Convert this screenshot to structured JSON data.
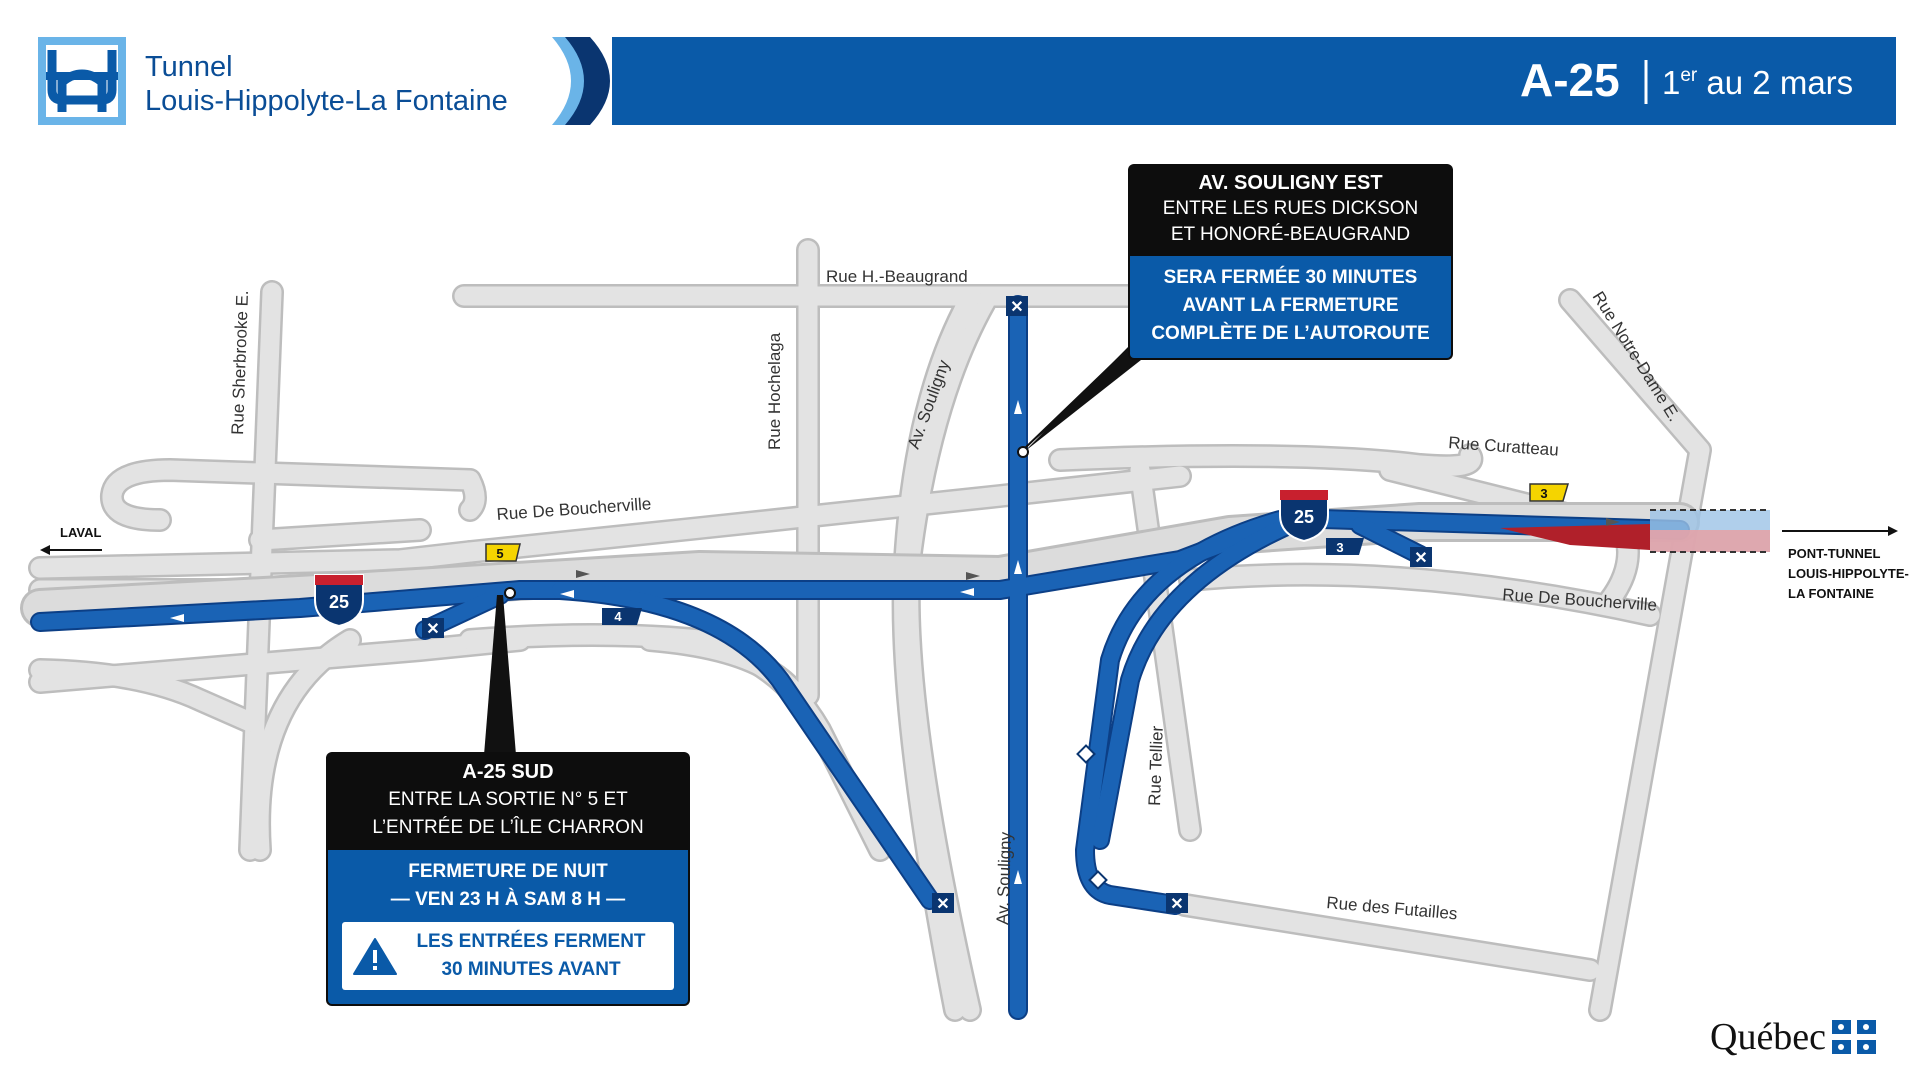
{
  "header": {
    "title_line1": "Tunnel",
    "title_line2": "Louis-Hippolyte-La Fontaine",
    "route": "A-25",
    "date_sup": "er",
    "date_prefix": "1",
    "date_suffix": " au 2 mars",
    "brand_color": "#0a5aa8",
    "accent_color": "#6ab4e8"
  },
  "streets": {
    "sherbrooke": "Rue Sherbrooke E.",
    "hochelaga": "Rue Hochelaga",
    "souligny_top": "Av. Souligny",
    "souligny_bottom": "Av. Souligny",
    "beaugrand": "Rue H.-Beaugrand",
    "boucherville_west": "Rue De Boucherville",
    "boucherville_east": "Rue De Boucherville",
    "curatteau": "Rue Curatteau",
    "notre_dame": "Rue Notre-Dame E.",
    "tellier": "Rue Tellier",
    "futailles": "Rue des Futailles",
    "laval": "LAVAL",
    "pont_tunnel": [
      "PONT-TUNNEL",
      "LOUIS-HIPPOLYTE-",
      "LA FONTAINE"
    ]
  },
  "shields": {
    "a25": "25"
  },
  "exits": {
    "exit5": "5",
    "exit4": "4",
    "exit3_yellow": "3",
    "exit3_blue": "3"
  },
  "callout_souligny": {
    "title": "AV. SOULIGNY EST",
    "line1": "ENTRE LES RUES DICKSON",
    "line2": "ET HONORÉ-BEAUGRAND",
    "notice": [
      "SERA FERMÉE 30 MINUTES",
      "AVANT LA FERMETURE",
      "COMPLÈTE DE L’AUTOROUTE"
    ]
  },
  "callout_a25": {
    "title": "A-25 SUD",
    "line1": "ENTRE LA SORTIE N° 5 ET",
    "line2": "L’ENTRÉE DE L’ÎLE CHARRON",
    "notice1": "FERMETURE DE NUIT",
    "notice2": "— VEN 23 H À SAM 8 H —",
    "warning": [
      "LES ENTRÉES FERMENT",
      "30 MINUTES AVANT"
    ]
  },
  "footer": {
    "logo_text": "Québec"
  },
  "colors": {
    "closure_blue": "#1a63b5",
    "road_gray": "#e3e3e3",
    "closure_red": "#b0202a"
  }
}
